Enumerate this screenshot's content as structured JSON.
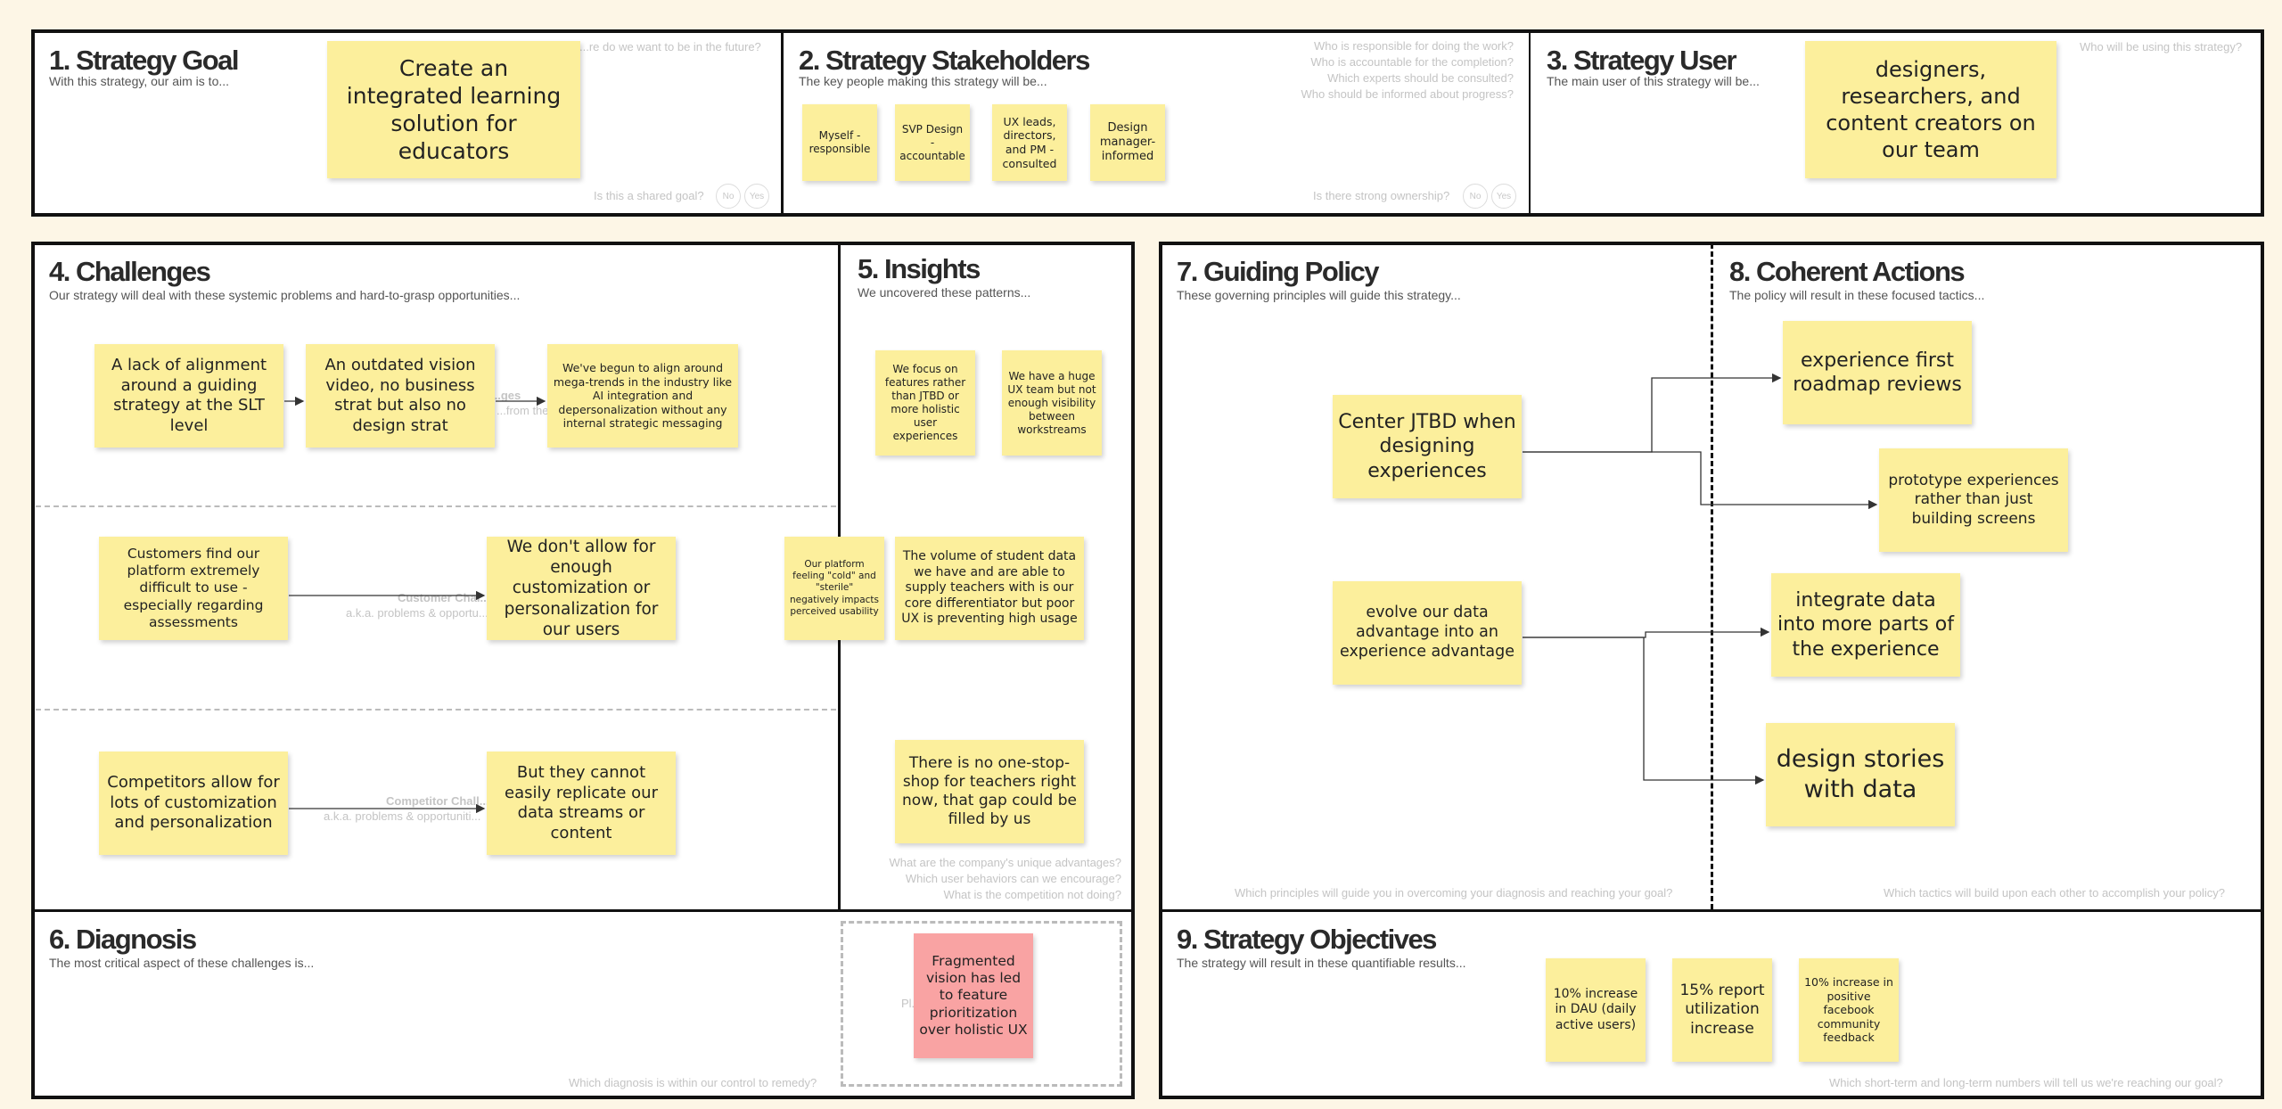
{
  "sections": {
    "goal": {
      "title": "1. Strategy Goal",
      "subtitle": "With this strategy, our aim is to...",
      "hint_top": "...re do we want to be in the future?",
      "hint_bottom": "Is this a shared goal?",
      "no": "No",
      "yes": "Yes"
    },
    "stakeholders": {
      "title": "2. Strategy Stakeholders",
      "subtitle": "The key people making this strategy will be...",
      "hints": [
        "Who is responsible for doing the work?",
        "Who is accountable for the completion?",
        "Which experts should be consulted?",
        "Who should be informed about progress?"
      ],
      "hint_bottom": "Is there strong ownership?",
      "no": "No",
      "yes": "Yes"
    },
    "user": {
      "title": "3. Strategy User",
      "subtitle": "The main user of this strategy will be...",
      "hint_top": "Who will be using this strategy?"
    },
    "challenges": {
      "title": "4. Challenges",
      "subtitle": "Our strategy will deal with these systemic problems and hard-to-grasp opportunities...",
      "row_labels": [
        {
          "label": "...ges",
          "sub": "...from the b..."
        },
        {
          "label": "Customer Chal...",
          "sub": "a.k.a. problems & opportu..."
        },
        {
          "label": "Competitor Chall...",
          "sub": "a.k.a. problems & opportuniti..."
        }
      ]
    },
    "insights": {
      "title": "5. Insights",
      "subtitle": "We uncovered these patterns...",
      "hints": [
        "What are the company's unique advantages?",
        "Which user behaviors can we encourage?",
        "What is the competition not doing?"
      ]
    },
    "diagnosis": {
      "title": "6. Diagnosis",
      "subtitle": "The most critical aspect of these challenges is...",
      "hint_bottom": "Which diagnosis is within our control to remedy?",
      "placeholder": "Pl... here."
    },
    "policy": {
      "title": "7. Guiding Policy",
      "subtitle": "These governing principles will guide this strategy...",
      "hint_bottom": "Which principles will guide you in overcoming your diagnosis and reaching your goal?"
    },
    "actions": {
      "title": "8. Coherent Actions",
      "subtitle": "The policy will result in these focused tactics...",
      "hint_bottom": "Which tactics will build upon each other to accomplish your policy?"
    },
    "objectives": {
      "title": "9. Strategy Objectives",
      "subtitle": "The strategy will result in these quantifiable results...",
      "hint_bottom": "Which short-term and long-term numbers will tell us we're reaching our goal?"
    }
  },
  "stickies": {
    "goal": "Create an integrated learning solution for educators",
    "stake1": "Myself - responsible",
    "stake2": "SVP Design - accountable",
    "stake3": "UX leads, directors, and PM - consulted",
    "stake4": "Design manager- informed",
    "user": "designers, researchers, and content creators on our team",
    "ch1": "A lack of alignment around a guiding strategy at the SLT level",
    "ch2": "An outdated vision video, no business strat but also no design strat",
    "ch3": "We've begun to align around mega-trends in the industry like AI integration and depersonalization without any internal strategic messaging",
    "ch4": "Customers find our platform extremely difficult to use - especially regarding assessments",
    "ch5": "We don't allow for enough customization or personalization for our users",
    "ch6": "Competitors allow for lots of customization and personalization",
    "ch7": "But they cannot easily replicate our data streams or content",
    "in1": "We focus on features rather than JTBD or more holistic user experiences",
    "in2": "We have a huge UX team but not enough visibility between workstreams",
    "in3": "Our platform feeling \"cold\" and \"sterile\" negatively impacts perceived usability",
    "in4": "The volume of student data we have and are able to supply teachers with is our core differentiator but poor UX is preventing high usage",
    "in5": "There is no one-stop-shop for teachers right now, that gap could be filled by us",
    "diag": "Fragmented vision has led to feature prioritization over holistic UX",
    "pol1": "Center JTBD when designing experiences",
    "pol2": "evolve our data advantage into an experience advantage",
    "act1": "experience first roadmap reviews",
    "act2": "prototype experiences rather than just building screens",
    "act3": "integrate data into more parts of the experience",
    "act4": "design stories with data",
    "obj1": "10% increase in DAU (daily active users)",
    "obj2": "15% report utilization increase",
    "obj3": "10% increase in positive facebook community feedback"
  },
  "colors": {
    "sticky_yellow": "#fcef9c",
    "sticky_pink": "#f9a3a3",
    "background": "#fdf6e6",
    "border": "#111111"
  }
}
